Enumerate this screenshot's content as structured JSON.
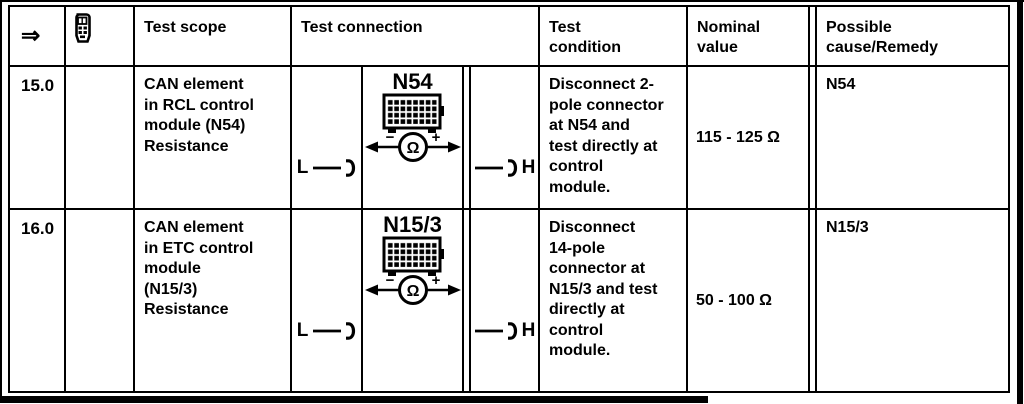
{
  "table": {
    "header": {
      "arrow_symbol": "⇒",
      "tester_icon": "hand-held-tester",
      "scope": "Test scope",
      "connection": "Test connection",
      "condition": "Test\ncondition",
      "nominal": "Nominal\nvalue",
      "cause": "Possible\ncause/Remedy"
    },
    "rows": [
      {
        "step": "15.0",
        "scope": "CAN element\nin RCL control\nmodule (N54)\nResistance",
        "connection": {
          "left_label": "L",
          "component_label": "N54",
          "meter_minus": "−",
          "meter_plus": "+",
          "meter_symbol": "Ω",
          "right_label": "H"
        },
        "condition": "Disconnect 2-\npole connector\nat N54 and\ntest directly at\ncontrol\nmodule.",
        "nominal": "115 - 125 Ω",
        "cause": "N54"
      },
      {
        "step": "16.0",
        "scope": "CAN element\nin ETC control\nmodule\n(N15/3)\nResistance",
        "connection": {
          "left_label": "L",
          "component_label": "N15/3",
          "meter_minus": "−",
          "meter_plus": "+",
          "meter_symbol": "Ω",
          "right_label": "H"
        },
        "condition": "Disconnect\n14-pole\nconnector at\nN15/3 and test\ndirectly at\ncontrol\nmodule.",
        "nominal": "50 - 100 Ω",
        "cause": "N15/3"
      }
    ]
  }
}
